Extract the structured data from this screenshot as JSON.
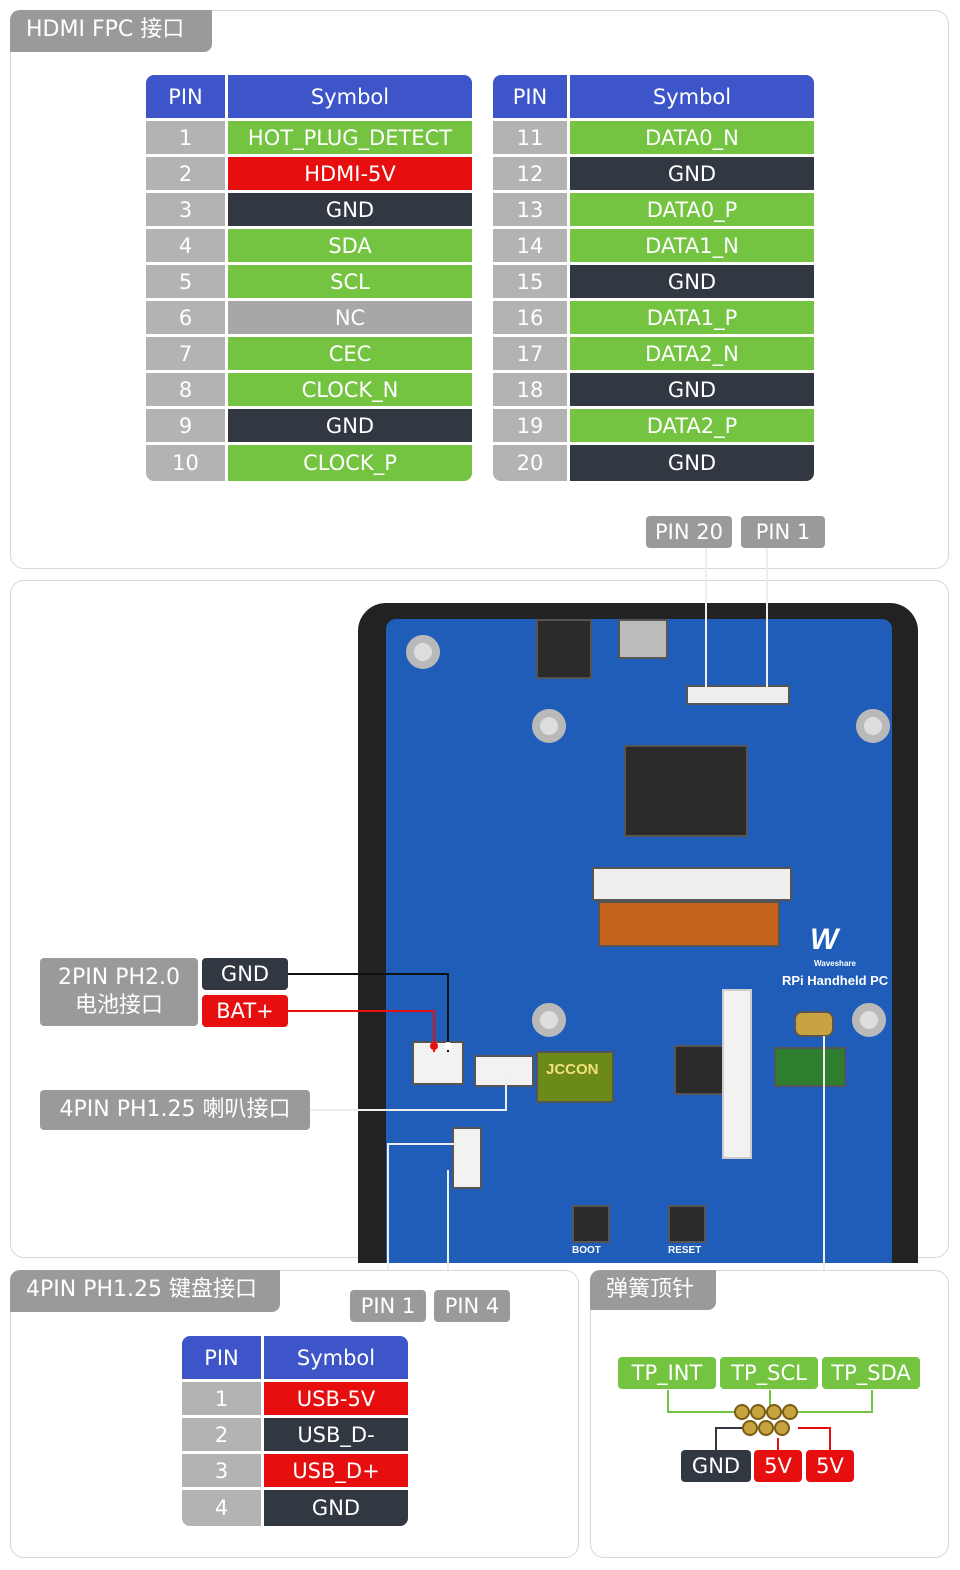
{
  "hdmi": {
    "title": "HDMI FPC 接口",
    "header_pin": "PIN",
    "header_symbol": "Symbol",
    "left": [
      {
        "pin": "1",
        "symbol": "HOT_PLUG_DETECT",
        "color": "green"
      },
      {
        "pin": "2",
        "symbol": "HDMI-5V",
        "color": "red"
      },
      {
        "pin": "3",
        "symbol": "GND",
        "color": "dark"
      },
      {
        "pin": "4",
        "symbol": "SDA",
        "color": "green"
      },
      {
        "pin": "5",
        "symbol": "SCL",
        "color": "green"
      },
      {
        "pin": "6",
        "symbol": "NC",
        "color": "gray"
      },
      {
        "pin": "7",
        "symbol": "CEC",
        "color": "green"
      },
      {
        "pin": "8",
        "symbol": "CLOCK_N",
        "color": "green"
      },
      {
        "pin": "9",
        "symbol": "GND",
        "color": "dark"
      },
      {
        "pin": "10",
        "symbol": "CLOCK_P",
        "color": "green"
      }
    ],
    "right": [
      {
        "pin": "11",
        "symbol": "DATA0_N",
        "color": "green"
      },
      {
        "pin": "12",
        "symbol": "GND",
        "color": "dark"
      },
      {
        "pin": "13",
        "symbol": "DATA0_P",
        "color": "green"
      },
      {
        "pin": "14",
        "symbol": "DATA1_N",
        "color": "green"
      },
      {
        "pin": "15",
        "symbol": "GND",
        "color": "dark"
      },
      {
        "pin": "16",
        "symbol": "DATA1_P",
        "color": "green"
      },
      {
        "pin": "17",
        "symbol": "DATA2_N",
        "color": "green"
      },
      {
        "pin": "18",
        "symbol": "GND",
        "color": "dark"
      },
      {
        "pin": "19",
        "symbol": "DATA2_P",
        "color": "green"
      },
      {
        "pin": "20",
        "symbol": "GND",
        "color": "dark"
      }
    ],
    "pin20_label": "PIN 20",
    "pin1_label": "PIN 1"
  },
  "board": {
    "battery_title": "2PIN PH2.0\n电池接口",
    "battery_gnd": "GND",
    "battery_bat": "BAT+",
    "speaker_title": "4PIN PH1.25 喇叭接口",
    "brand_name": "Waveshare",
    "brand_product": "RPi Handheld PC",
    "cap_label": "JCCON",
    "boot_label": "BOOT",
    "reset_label": "RESET"
  },
  "keyboard": {
    "title": "4PIN PH1.25 键盘接口",
    "pin1_label": "PIN 1",
    "pin4_label": "PIN 4",
    "header_pin": "PIN",
    "header_symbol": "Symbol",
    "rows": [
      {
        "pin": "1",
        "symbol": "USB-5V",
        "color": "red"
      },
      {
        "pin": "2",
        "symbol": "USB_D-",
        "color": "dark"
      },
      {
        "pin": "3",
        "symbol": "USB_D+",
        "color": "red"
      },
      {
        "pin": "4",
        "symbol": "GND",
        "color": "dark"
      }
    ]
  },
  "spring": {
    "title": "弹簧顶针",
    "tp_int": "TP_INT",
    "tp_scl": "TP_SCL",
    "tp_sda": "TP_SDA",
    "gnd": "GND",
    "v5_a": "5V",
    "v5_b": "5V"
  },
  "colors": {
    "header": "#3d55c9",
    "green": "#74c442",
    "red": "#e60e0e",
    "dark": "#313841",
    "gray": "#a7a7a7",
    "pcb": "#1f5db8"
  }
}
